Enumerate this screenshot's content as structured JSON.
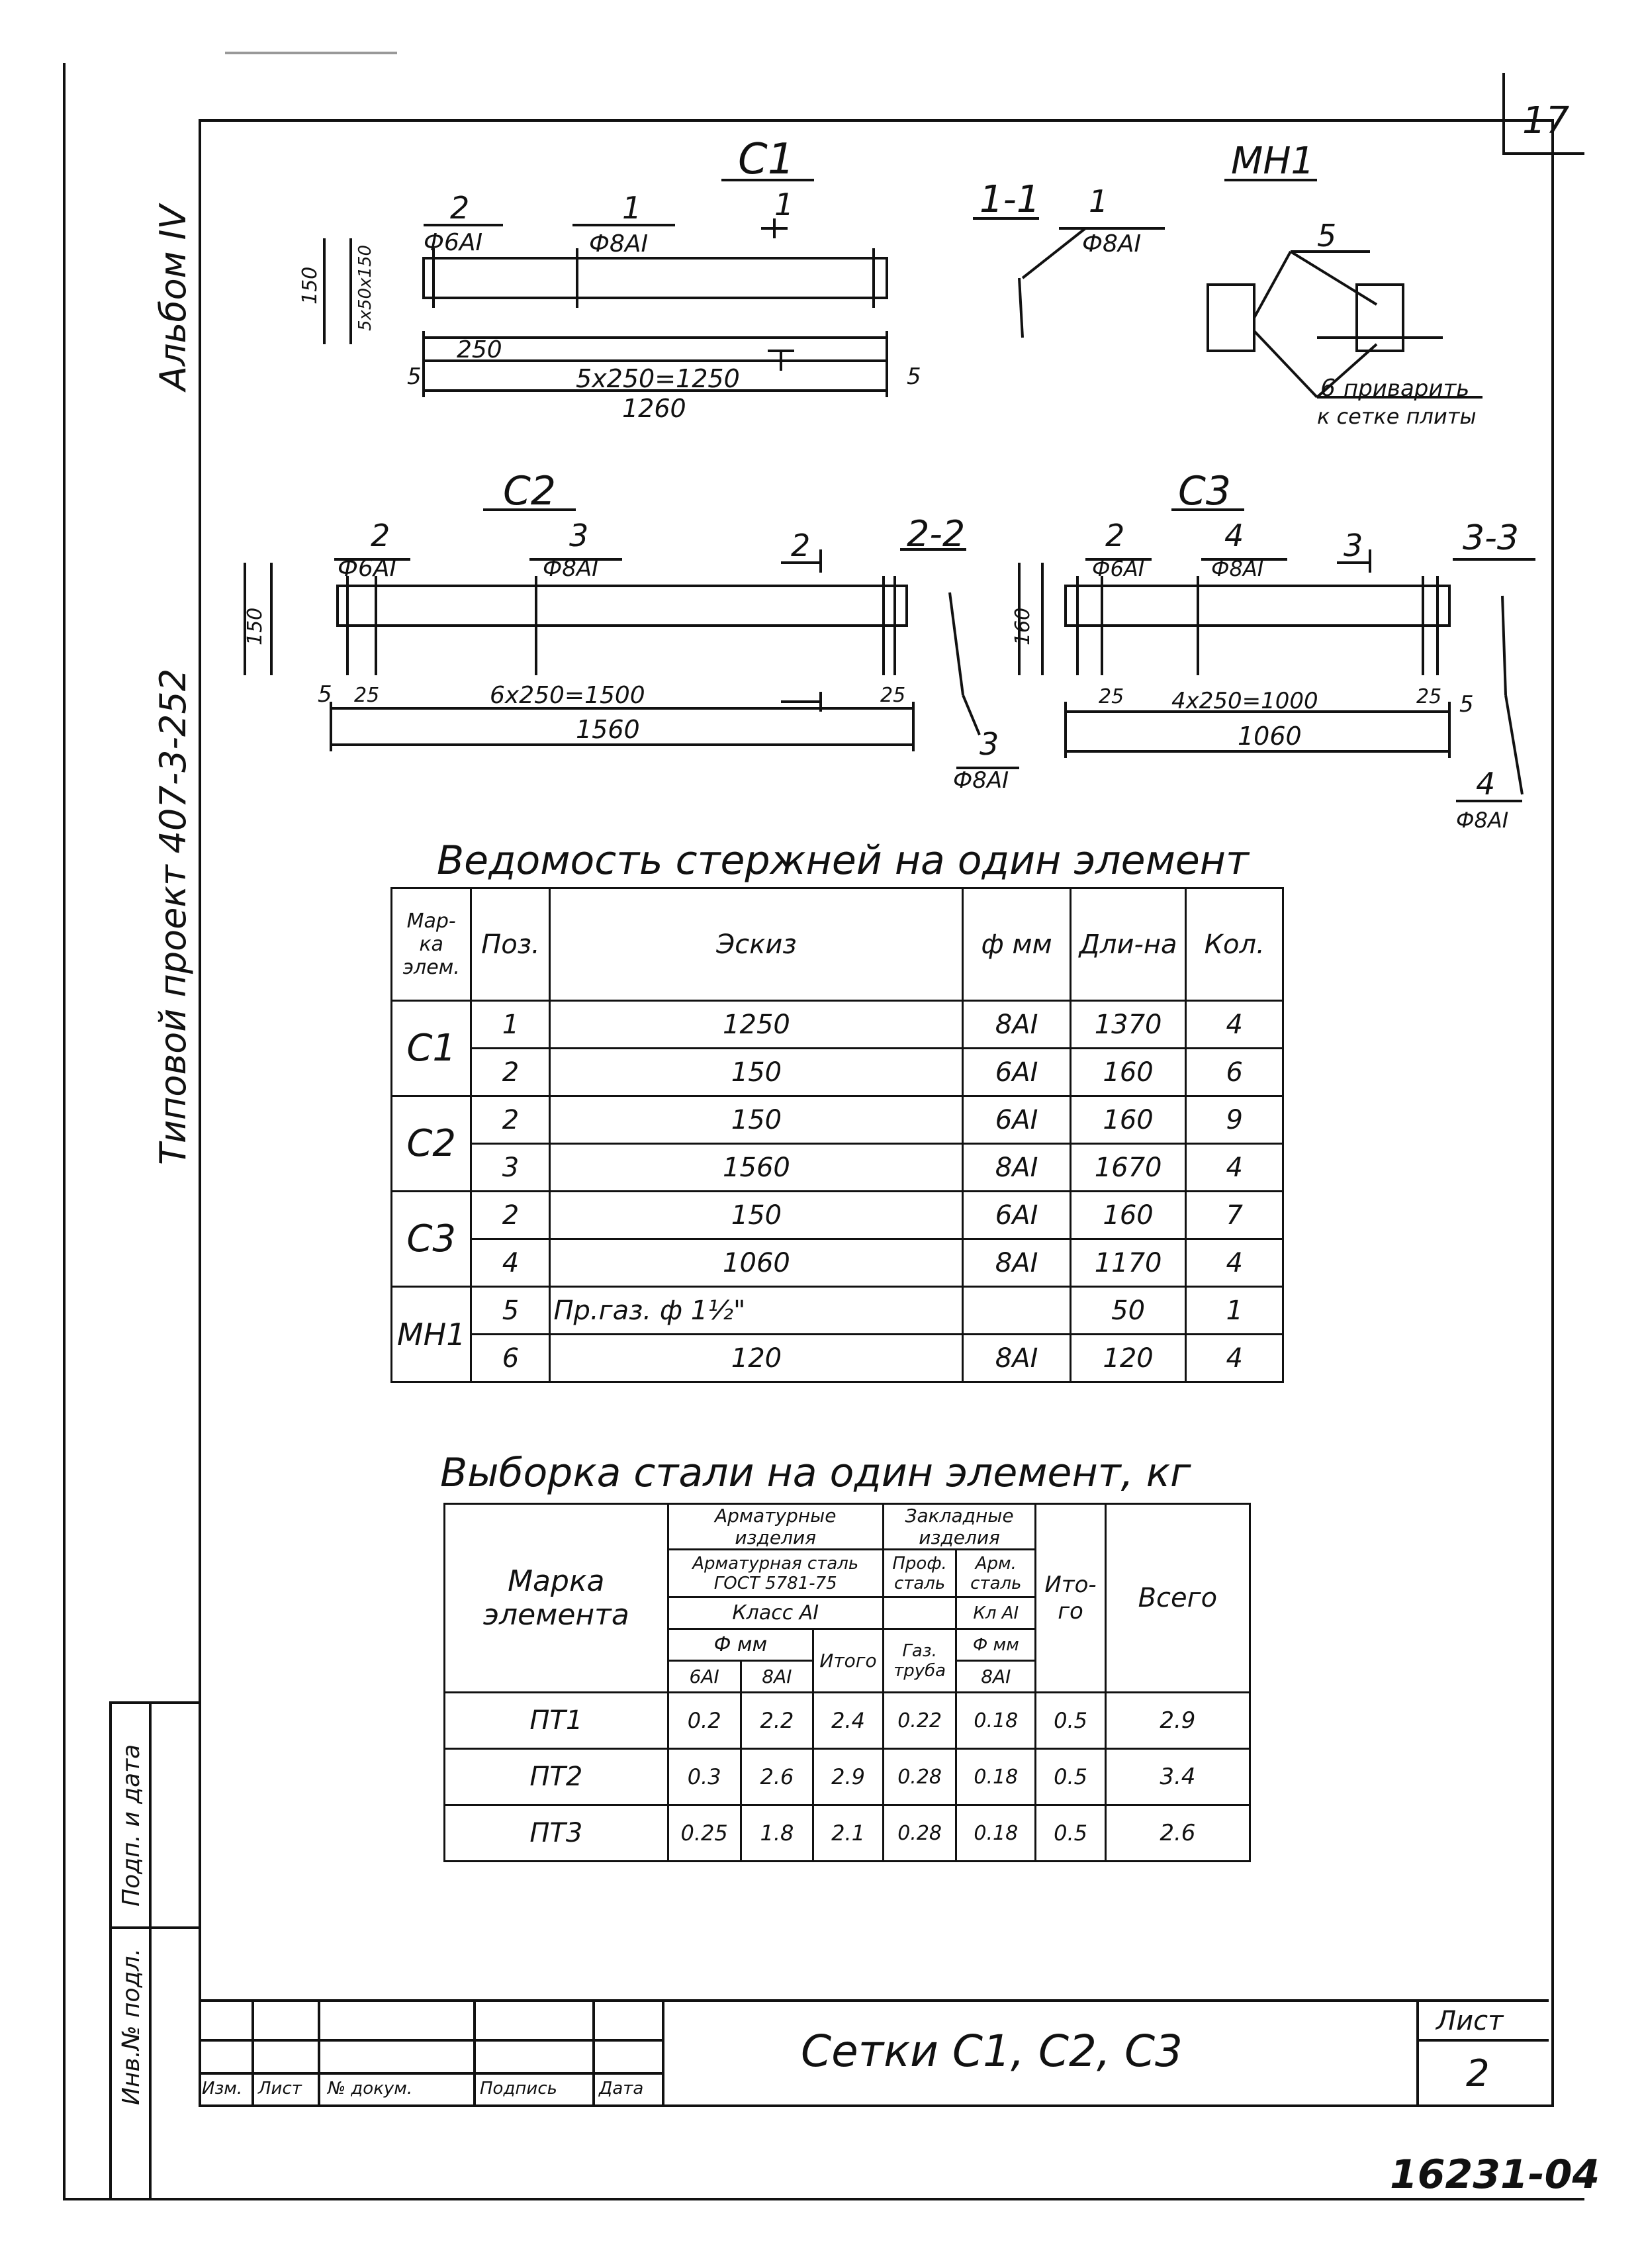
{
  "sheet_corner_number": "17",
  "side": {
    "album": "Альбом IV",
    "project": "Типовой проект 407-3-252",
    "inv_no": "Инв.№ подл.",
    "sign_date": "Подп. и дата"
  },
  "drawings": {
    "c1": {
      "title": "С1",
      "pos2": "2",
      "pos2_dia": "Ф6АI",
      "pos1": "1",
      "pos1_dia": "Ф8АI",
      "cut": "1",
      "dim_5a": "5",
      "dim_150": "150",
      "dim_5x150": "5х50х150",
      "dim_250": "250",
      "dim_chain": "5х250=1250",
      "dim_total": "1260",
      "dim_5l": "5",
      "dim_5r": "5"
    },
    "sec11": {
      "title": "1-1",
      "pos": "1",
      "dia": "Ф8АI"
    },
    "mn1": {
      "title": "МН1",
      "pos5": "5",
      "pos6": "6",
      "note_1": "приварить",
      "note_2": "к сетке плиты"
    },
    "c2": {
      "title": "С2",
      "pos2": "2",
      "pos2_dia": "Ф6АI",
      "pos3": "3",
      "pos3_dia": "Ф8АI",
      "cut": "2",
      "dim_chain": "6х250=1500",
      "dim_total": "1560",
      "dim_150": "150",
      "dim_25l": "25",
      "dim_25r": "25",
      "dim_5": "5"
    },
    "sec22": {
      "title": "2-2",
      "pos": "3",
      "dia": "Ф8АI"
    },
    "c3": {
      "title": "С3",
      "pos2": "2",
      "pos2_dia": "Ф6АI",
      "pos4": "4",
      "pos4_dia": "Ф8АI",
      "cut": "3",
      "dim_chain": "4х250=1000",
      "dim_total": "1060",
      "dim_150": "160",
      "dim_25l": "25",
      "dim_25r": "25",
      "dim_5": "5"
    },
    "sec33": {
      "title": "3-3",
      "pos": "4",
      "dia": "Ф8АI"
    }
  },
  "table1": {
    "title": "Ведомость стержней на один элемент",
    "headers": [
      "Мар-ка элем.",
      "Поз.",
      "Эскиз",
      "ф мм",
      "Дли-на",
      "Кол."
    ],
    "rows": [
      {
        "mark": "С1",
        "pos": "1",
        "sketch": "1250",
        "dia": "8АI",
        "len": "1370",
        "qty": "4"
      },
      {
        "mark": "",
        "pos": "2",
        "sketch": "150",
        "dia": "6АI",
        "len": "160",
        "qty": "6"
      },
      {
        "mark": "С2",
        "pos": "2",
        "sketch": "150",
        "dia": "6АI",
        "len": "160",
        "qty": "9"
      },
      {
        "mark": "",
        "pos": "3",
        "sketch": "1560",
        "dia": "8АI",
        "len": "1670",
        "qty": "4"
      },
      {
        "mark": "С3",
        "pos": "2",
        "sketch": "150",
        "dia": "6АI",
        "len": "160",
        "qty": "7"
      },
      {
        "mark": "",
        "pos": "4",
        "sketch": "1060",
        "dia": "8АI",
        "len": "1170",
        "qty": "4"
      },
      {
        "mark": "МН1",
        "pos": "5",
        "sketch": "Пр.газ. ф 1½\"",
        "dia": "",
        "len": "50",
        "qty": "1"
      },
      {
        "mark": "",
        "pos": "6",
        "sketch": "120",
        "dia": "8АI",
        "len": "120",
        "qty": "4"
      }
    ]
  },
  "table2": {
    "title": "Выборка стали на один элемент, кг",
    "h_mark": "Марка элемента",
    "h_arm": "Арматурные изделия",
    "h_emb": "Закладные изделия",
    "h_arm_steel": "Арматурная сталь ГОСТ 5781-75",
    "h_prof": "Проф. сталь",
    "h_arm2": "Арм. сталь",
    "h_class": "Класс АI",
    "h_cl2": "Кл АI",
    "h_dia": "Ф мм",
    "h_total_a": "Итого",
    "h_gas": "Газ. труба",
    "h_dia2": "Ф мм",
    "h_total_b": "Ито-го",
    "h_all": "Всего",
    "h_6ai": "6АI",
    "h_8ai": "8АI",
    "h_8ai2": "8АI",
    "rows": [
      {
        "mark": "ПТ1",
        "a6": "0.2",
        "a8": "2.2",
        "sum1": "2.4",
        "gas": "0.22",
        "ai8": "0.18",
        "sum2": "0.5",
        "total": "2.9"
      },
      {
        "mark": "ПТ2",
        "a6": "0.3",
        "a8": "2.6",
        "sum1": "2.9",
        "gas": "0.28",
        "ai8": "0.18",
        "sum2": "0.5",
        "total": "3.4"
      },
      {
        "mark": "ПТ3",
        "a6": "0.25",
        "a8": "1.8",
        "sum1": "2.1",
        "gas": "0.28",
        "ai8": "0.18",
        "sum2": "0.5",
        "total": "2.6"
      }
    ]
  },
  "title_block": {
    "title": "Сетки С1, С2, С3",
    "sheet_label": "Лист",
    "sheet_no": "2",
    "cols": [
      "Изм.",
      "Лист",
      "№ докум.",
      "Подпись",
      "Дата"
    ]
  },
  "doc_code": "16231-04"
}
